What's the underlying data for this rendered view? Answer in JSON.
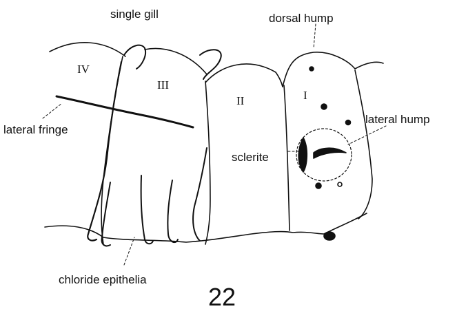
{
  "labels": {
    "single_gill": "single gill",
    "dorsal_hump": "dorsal hump",
    "lateral_hump": "lateral hump",
    "lateral_fringe": "lateral fringe",
    "sclerite": "sclerite",
    "chloride_epithelia": "chloride epithelia"
  },
  "segments": {
    "iv": "IV",
    "iii": "III",
    "ii": "II",
    "i": "I"
  },
  "figure_number": "22",
  "colors": {
    "ink": "#111111",
    "paper": "#ffffff"
  }
}
